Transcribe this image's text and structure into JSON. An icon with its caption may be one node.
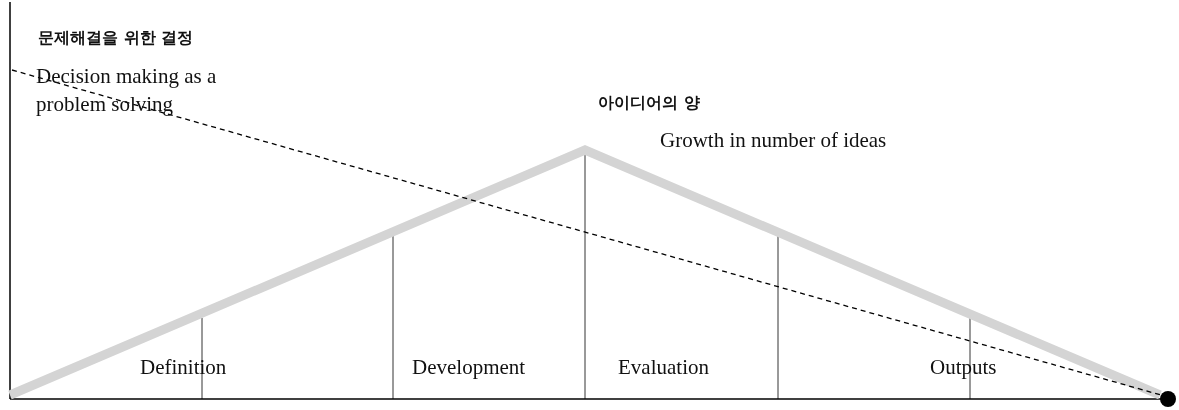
{
  "diagram": {
    "labels": [
      "문제해결을 위한 결정",
      "Decision making as a problem solving",
      "아이디어의 양",
      "Growth in number of ideas",
      "Definition",
      "Development",
      "Evaluation",
      "Outputs"
    ]
  }
}
